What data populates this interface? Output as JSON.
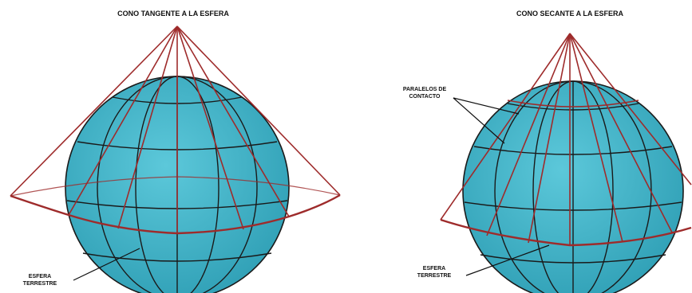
{
  "left_panel": {
    "title": "CONO TANGENTE A LA ESFERA",
    "label_line1": "ESFERA",
    "label_line2": "TERRESTRE"
  },
  "right_panel": {
    "title": "CONO SECANTE A LA ESFERA",
    "contact_line1": "PARALELOS DE",
    "contact_line2": "CONTACTO",
    "label_line1": "ESFERA",
    "label_line2": "TERRESTRE"
  },
  "colors": {
    "sphere": "#3fb3c8",
    "cone": "#9e2b2b",
    "grid": "#1a1a1a",
    "text": "#111111"
  }
}
